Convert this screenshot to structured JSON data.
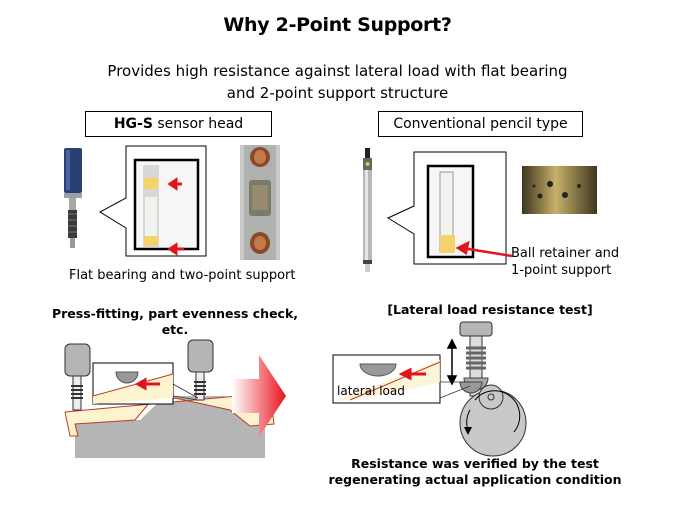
{
  "slide": {
    "title": "Why 2-Point Support?",
    "subtitle_line1": "Provides high resistance against lateral load with flat bearing",
    "subtitle_line2": "and 2-point support structure"
  },
  "left_panel": {
    "label_bold": "HG-S",
    "label_rest": " sensor head",
    "caption": "Flat bearing  and  two-point support"
  },
  "right_panel": {
    "label": "Conventional pencil  type",
    "caption_line1": "Ball retainer  and",
    "caption_line2": "1-point support"
  },
  "bottom_left": {
    "caption_line1": "Press-fitting,  part evenness check,",
    "caption_line2": "etc."
  },
  "bottom_right": {
    "heading": "[Lateral  load resistance test]",
    "inset_label": "lateral  load",
    "caption_line1": "Resistance  was verified  by the test",
    "caption_line2": "regenerating  actual application  condition"
  },
  "colors": {
    "accent_red": "#e0141e",
    "bearing_yellow": "#f3d36a",
    "workpiece_fill": "#fdf3cf",
    "gray_part": "#b5b5b5",
    "sensor_blue": "#2b3f73"
  }
}
